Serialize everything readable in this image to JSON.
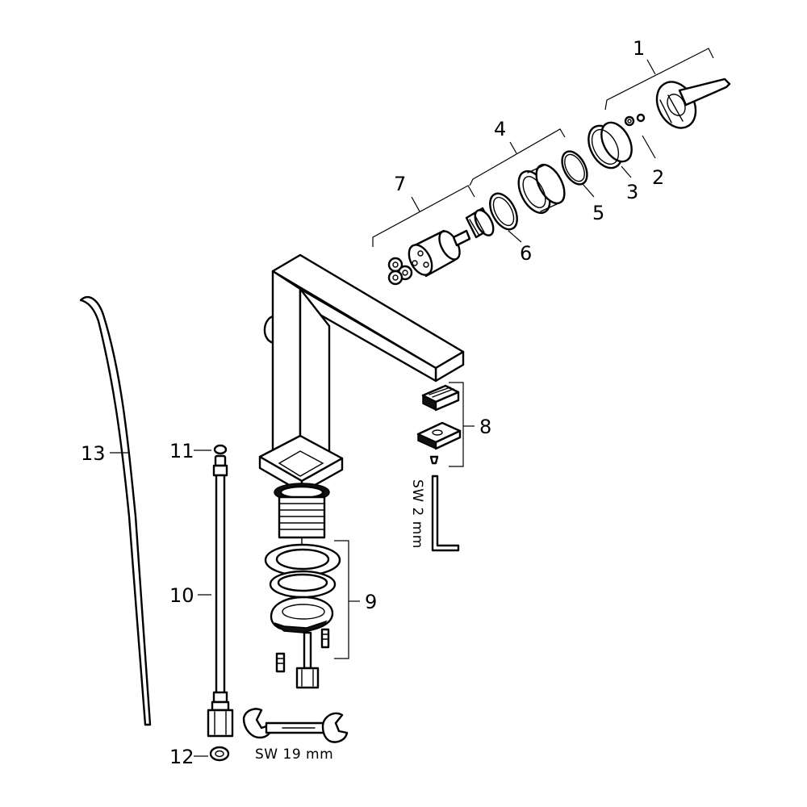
{
  "parts": {
    "p1": "1",
    "p2": "2",
    "p3": "3",
    "p4": "4",
    "p5": "5",
    "p6": "6",
    "p7": "7",
    "p8": "8",
    "p9": "9",
    "p10": "10",
    "p11": "11",
    "p12": "12",
    "p13": "13"
  },
  "tools": {
    "hex_key": "SW 2 mm",
    "wrench": "SW 19 mm"
  },
  "colors": {
    "line": "#000000",
    "background": "#ffffff"
  }
}
